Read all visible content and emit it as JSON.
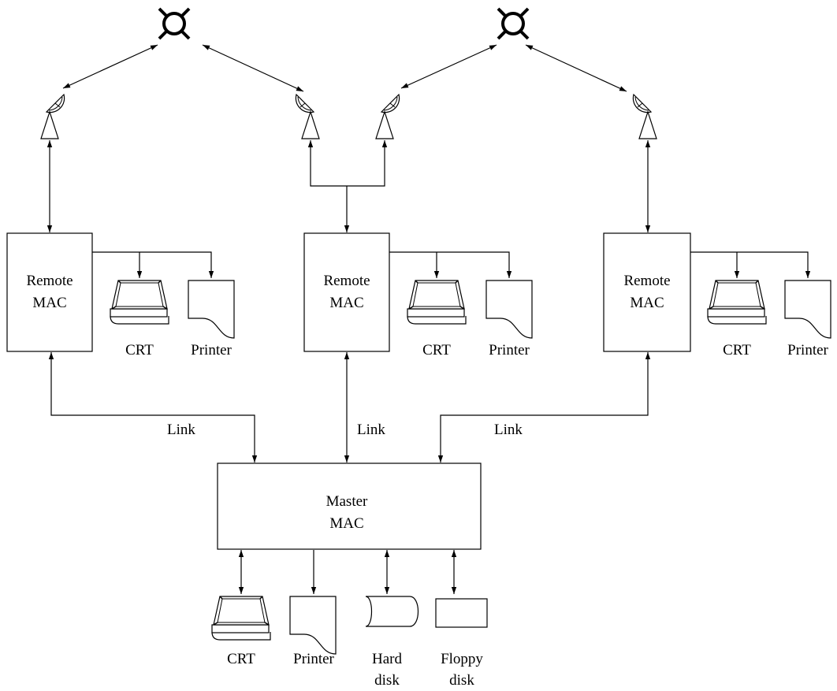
{
  "remotes": [
    {
      "line1": "Remote",
      "line2": "MAC",
      "crt": "CRT",
      "printer": "Printer"
    },
    {
      "line1": "Remote",
      "line2": "MAC",
      "crt": "CRT",
      "printer": "Printer"
    },
    {
      "line1": "Remote",
      "line2": "MAC",
      "crt": "CRT",
      "printer": "Printer"
    }
  ],
  "links": [
    "Link",
    "Link",
    "Link"
  ],
  "master": {
    "line1": "Master",
    "line2": "MAC",
    "crt": "CRT",
    "printer": "Printer",
    "hard_disk": [
      "Hard",
      "disk"
    ],
    "floppy_disk": [
      "Floppy",
      "disk"
    ]
  }
}
